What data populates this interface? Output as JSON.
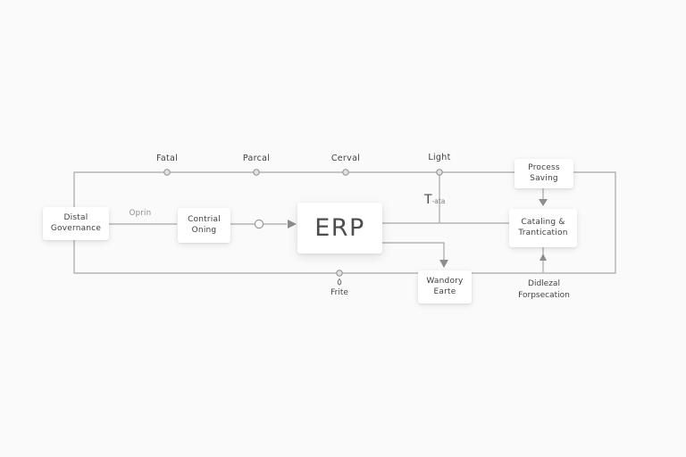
{
  "canvas": {
    "background": "#fafafa",
    "line_color": "#a6a6a6",
    "node_fill": "#e2e2e2",
    "node_stroke": "#8f8f8f",
    "box_fill": "#ffffff"
  },
  "top_rail": {
    "nodes": [
      {
        "label": "Fatal"
      },
      {
        "label": "Parcal"
      },
      {
        "label": "Cerval"
      },
      {
        "label": "Light"
      }
    ]
  },
  "edge_labels": {
    "oprin": "Oprin",
    "t_prefix": "T",
    "t_suffix": "-ata",
    "frite": "Frite"
  },
  "boxes": {
    "governance": {
      "label": "Distal\nGovernance"
    },
    "contrial": {
      "label": "Contrial\nOning"
    },
    "erp": {
      "label": "ERP"
    },
    "process": {
      "label": "Process\nSaving"
    },
    "cataling": {
      "label": "Cataling &\nTrantication"
    },
    "wandory": {
      "label": "Wandory\nEarte"
    }
  },
  "floating_labels": {
    "didlezal": "Didlezal\nForpsecation"
  }
}
